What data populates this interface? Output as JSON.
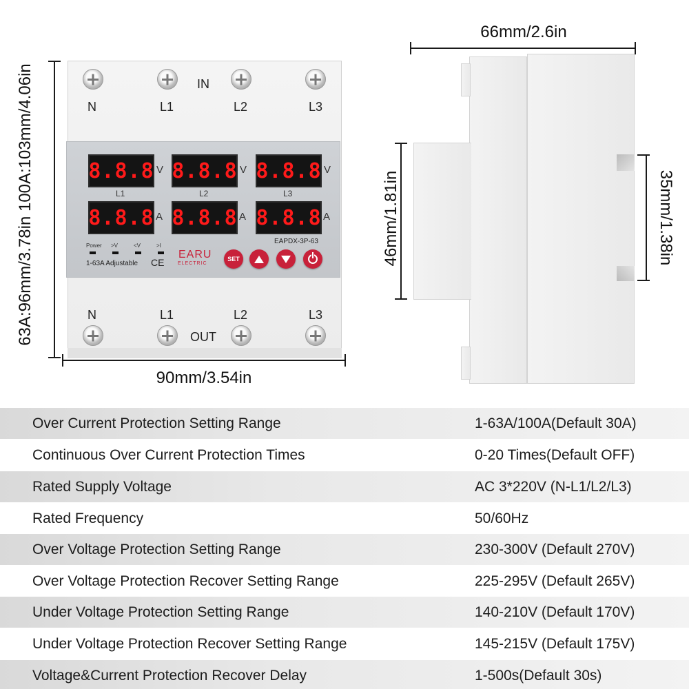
{
  "dimensions": {
    "front_width": "90mm/3.54in",
    "front_height": "63A:96mm/3.78in  100A:103mm/4.06in",
    "side_depth": "66mm/2.6in",
    "side_front_height": "46mm/1.81in",
    "rail_height": "35mm/1.38in"
  },
  "device": {
    "input_label": "IN",
    "output_label": "OUT",
    "terminals_top": [
      "N",
      "L1",
      "L2",
      "L3"
    ],
    "terminals_bottom": [
      "N",
      "L1",
      "L2",
      "L3"
    ],
    "display_digits": "8.8.8",
    "volt_unit": "V",
    "amp_unit": "A",
    "phases": [
      "L1",
      "L2",
      "L3"
    ],
    "indicators": [
      "Power",
      ">V",
      "<V",
      ">I"
    ],
    "rating": "1-63A Adjustable",
    "ce_mark": "CE",
    "brand": "EARU",
    "brand_sub": "ELECTRIC",
    "model": "EAPDX-3P-63",
    "set_button": "SET",
    "accent_color": "#c8213a",
    "led_color": "#ff1a1a"
  },
  "specs": [
    {
      "param": "Over Current Protection Setting Range",
      "value": "1-63A/100A(Default 30A)"
    },
    {
      "param": "Continuous Over Current Protection Times",
      "value": "0-20 Times(Default OFF)"
    },
    {
      "param": "Rated Supply Voltage",
      "value": "AC 3*220V (N-L1/L2/L3)"
    },
    {
      "param": "Rated Frequency",
      "value": "50/60Hz"
    },
    {
      "param": "Over Voltage Protection Setting Range",
      "value": "230-300V (Default 270V)"
    },
    {
      "param": "Over Voltage Protection Recover Setting Range",
      "value": "225-295V (Default 265V)"
    },
    {
      "param": "Under Voltage Protection Setting Range",
      "value": "140-210V (Default 170V)"
    },
    {
      "param": "Under Voltage Protection Recover Setting Range",
      "value": "145-215V (Default 175V)"
    },
    {
      "param": "Voltage&Current Protection Recover Delay",
      "value": "1-500s(Default 30s)"
    }
  ]
}
